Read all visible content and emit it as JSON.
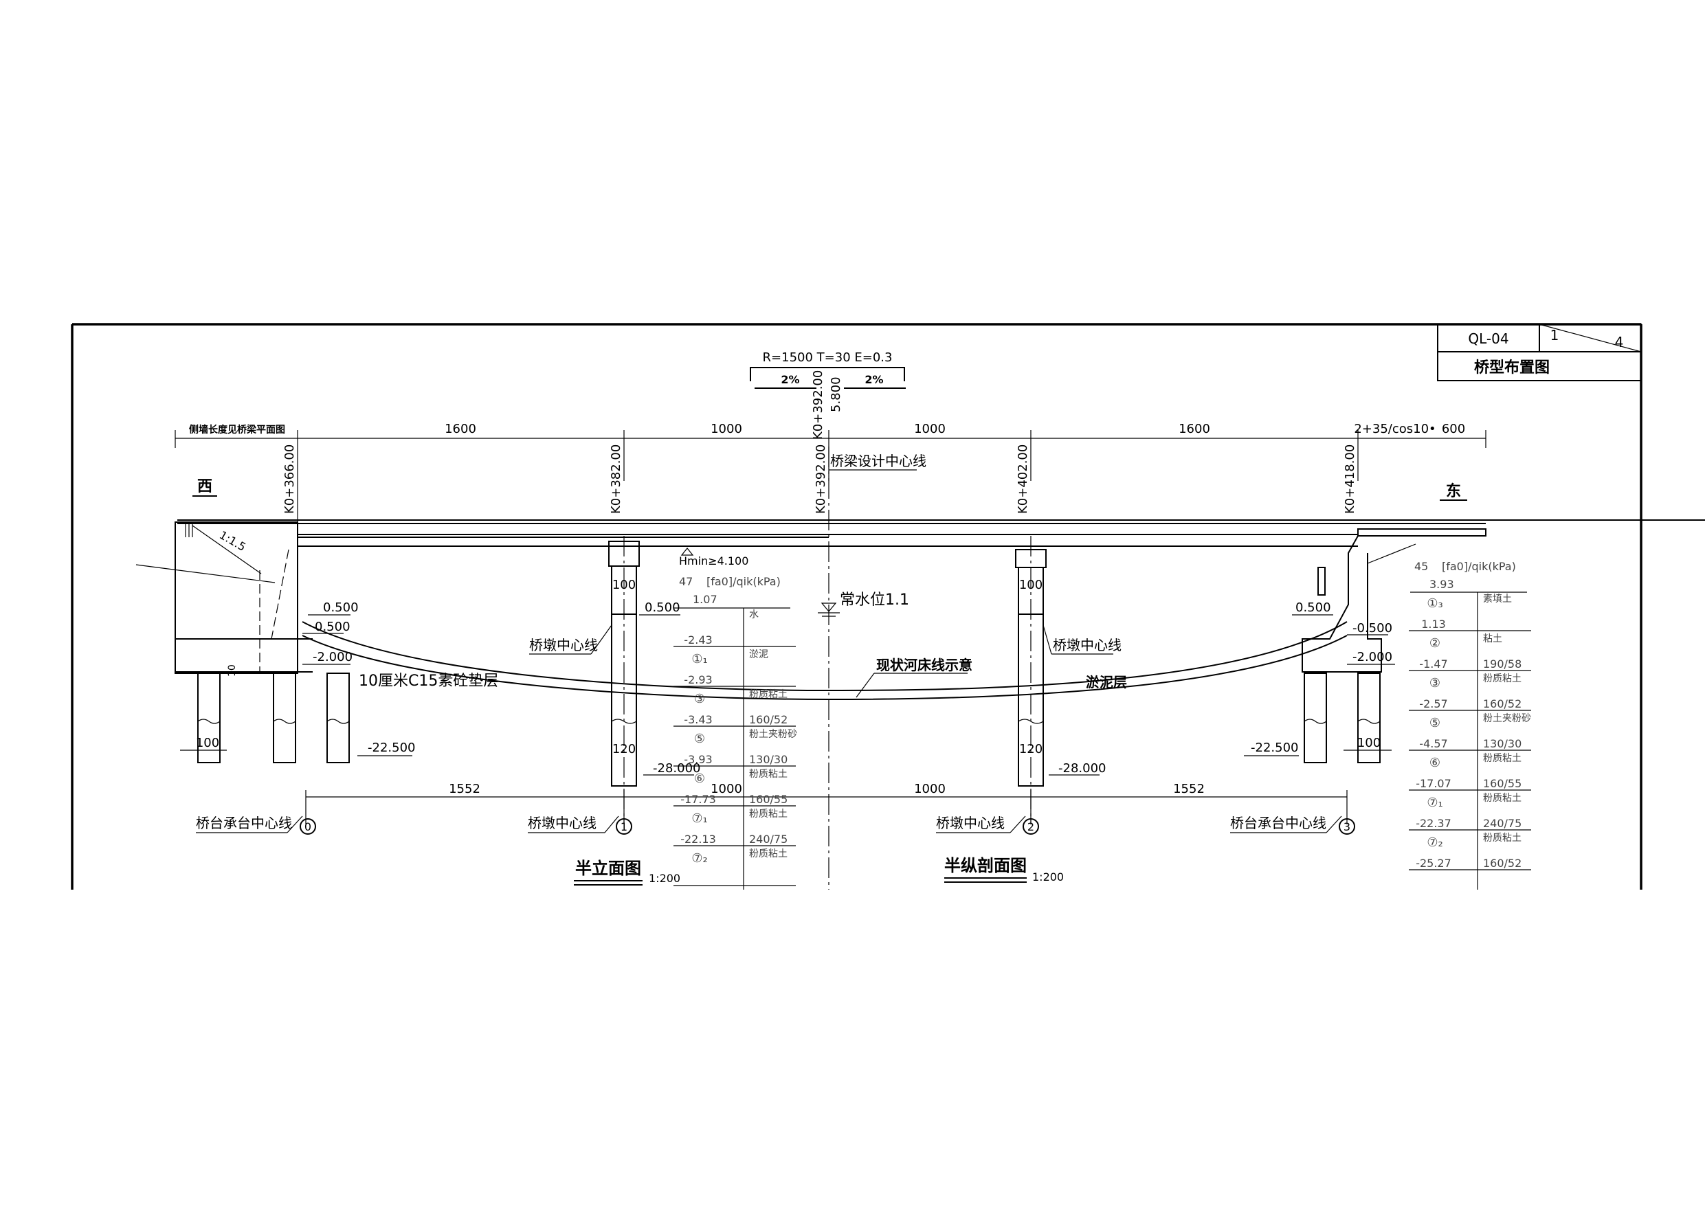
{
  "title_block": {
    "drawing_no": "QL-04",
    "sheet": "1",
    "total": "4",
    "title": "桥型布置图"
  },
  "curve": {
    "params": "R=1500 T=30 E=0.3",
    "left_slope": "2%",
    "right_slope": "2%",
    "center_station": "K0+392.00",
    "center_elev": "5.800"
  },
  "top_dims": {
    "note": "侧墙长度见桥梁平面图",
    "d1": "1600",
    "d2": "1000",
    "d3": "1000",
    "d4": "1600",
    "d5": "2+35/cos10•",
    "d6": "600"
  },
  "directions": {
    "west": "西",
    "east": "东"
  },
  "stations": [
    "K0+366.00",
    "K0+382.00",
    "K0+392.00",
    "K0+402.00",
    "K0+418.00"
  ],
  "labels": {
    "bridge_center": "桥梁设计中心线",
    "slope": "1:1.5",
    "hmin": "Hmin≥4.100",
    "normal_water": "常水位1.1",
    "pier_cl_a": "桥墩中心线",
    "pier_cl_b": "桥墩中心线",
    "pier_cl_c": "桥墩中心线",
    "pier_cl_d": "桥墩中心线",
    "abut_cl_a": "桥台承台中心线",
    "abut_cl_b": "桥台承台中心线",
    "riverbed": "现状河床线示意",
    "silt": "淤泥层",
    "cushion": "10厘米C15素砼垫层",
    "half_elev": "半立面图",
    "half_elev_scale": "1:200",
    "half_sect": "半纵剖面图",
    "half_sect_scale": "1:200"
  },
  "elevations": {
    "e1": "0.500",
    "e2": "0.500",
    "e3": "-2.000",
    "e4": "0.500",
    "e5": "-22.500",
    "e6": "-28.000",
    "e7": "-28.000",
    "e8": "0.500",
    "e9": "-0.500",
    "e10": "-2.000",
    "e11": "-22.500"
  },
  "small_dims": {
    "pile_l": "100",
    "col_l": "100",
    "col_w_l": "120",
    "col_r": "100",
    "col_w_r": "120",
    "pile_r": "100",
    "cap_h": "10"
  },
  "bottom_dims": {
    "b1": "1552",
    "b2": "1000",
    "b3": "1000",
    "b4": "1552"
  },
  "axes": [
    "0",
    "1",
    "2",
    "3"
  ],
  "soil_left": {
    "header": "[fa0]/qik(kPa)",
    "top_no": "47",
    "top_elev": "1.07",
    "rows": [
      {
        "code": "",
        "name": "水",
        "elev": "-2.43",
        "value": ""
      },
      {
        "code": "①₁",
        "name": "淤泥",
        "elev": "-2.93",
        "value": ""
      },
      {
        "code": "③",
        "name": "粉质粘土",
        "elev": "-3.43",
        "value": "160/52"
      },
      {
        "code": "⑤",
        "name": "粉土夹粉砂",
        "elev": "-3.93",
        "value": "130/30"
      },
      {
        "code": "⑥",
        "name": "粉质粘土",
        "elev": "-17.73",
        "value": "160/55"
      },
      {
        "code": "⑦₁",
        "name": "粉质粘土",
        "elev": "-22.13",
        "value": "240/75"
      },
      {
        "code": "⑦₂",
        "name": "粉质粘土",
        "elev": "",
        "value": ""
      }
    ]
  },
  "soil_right": {
    "header": "[fa0]/qik(kPa)",
    "top_no": "45",
    "top_elev": "3.93",
    "rows": [
      {
        "code": "①₃",
        "name": "素填土",
        "elev": "1.13",
        "value": ""
      },
      {
        "code": "②",
        "name": "粘土",
        "elev": "-1.47",
        "value": "190/58"
      },
      {
        "code": "③",
        "name": "粉质粘土",
        "elev": "-2.57",
        "value": "160/52"
      },
      {
        "code": "⑤",
        "name": "粉土夹粉砂",
        "elev": "-4.57",
        "value": "130/30"
      },
      {
        "code": "⑥",
        "name": "粉质粘土",
        "elev": "-17.07",
        "value": "160/55"
      },
      {
        "code": "⑦₁",
        "name": "粉质粘土",
        "elev": "-22.37",
        "value": "240/75"
      },
      {
        "code": "⑦₂",
        "name": "粉质粘土",
        "elev": "-25.27",
        "value": "160/52"
      }
    ]
  }
}
